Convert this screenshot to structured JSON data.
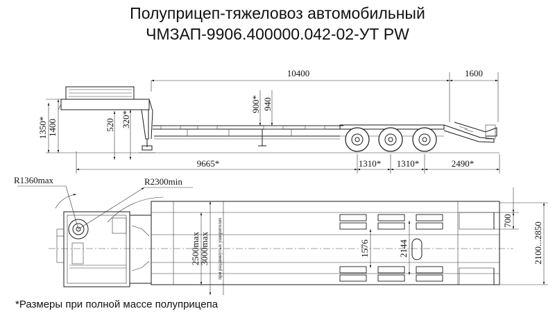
{
  "title": {
    "line1": "Полуприцеп-тяжеловоз автомобильный",
    "line2": "ЧМЗАП-9906.400000.042-02-УТ PW"
  },
  "footnote": "*Размеры при полной массе полуприцепа",
  "side_view": {
    "dims": {
      "platform_length": "10400",
      "ramp_length": "1600",
      "h_900": "900*",
      "h_940": "940",
      "h_520": "520",
      "h_320": "320*",
      "h_1350": "1350*",
      "h_1400": "1400",
      "base_9665": "9665*",
      "axle_1310_a": "1310*",
      "axle_1310_b": "1310*",
      "rear_2490": "2490*"
    }
  },
  "top_view": {
    "dims": {
      "r1360": "R1360max",
      "r2300": "R2300min",
      "w2500": "2500max",
      "w3000": "3000max",
      "extended_note": "при раздвинутых уширителях",
      "w1576": "1576",
      "w2144": "2144",
      "w700": "700",
      "w2100": "2100...2850"
    }
  }
}
